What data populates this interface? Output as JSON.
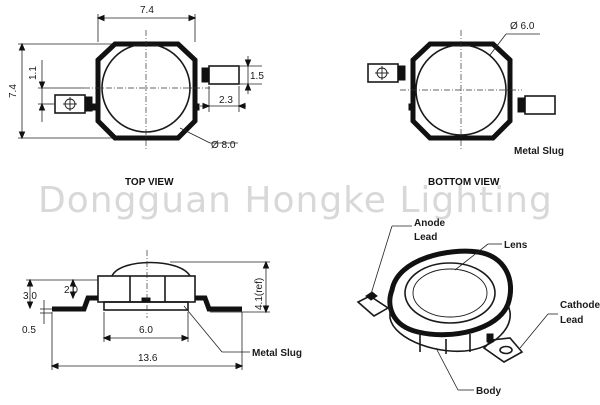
{
  "watermark": "Dongguan Hongke Lighting",
  "views": {
    "top": "TOP VIEW",
    "bottom": "BOTTOM VIEW"
  },
  "dimensions": {
    "top_width": "7.4",
    "top_height": "7.4",
    "top_offset": "1.1",
    "lead_height": "1.5",
    "lead_offset": "2.3",
    "outer_diameter": "Ø 8.0",
    "inner_diameter": "Ø 6.0",
    "side_height": "3.0",
    "side_body": "2.0",
    "side_base": "0.5",
    "side_total": "4.1(ref)",
    "slug_width": "6.0",
    "total_length": "13.6"
  },
  "callouts": {
    "metal_slug_bottom": "Metal Slug",
    "metal_slug_side": "Metal Slug",
    "anode_line1": "Anode",
    "anode_line2": "Lead",
    "lens": "Lens",
    "cathode_line1": "Cathode",
    "cathode_line2": "Lead",
    "body": "Body"
  }
}
